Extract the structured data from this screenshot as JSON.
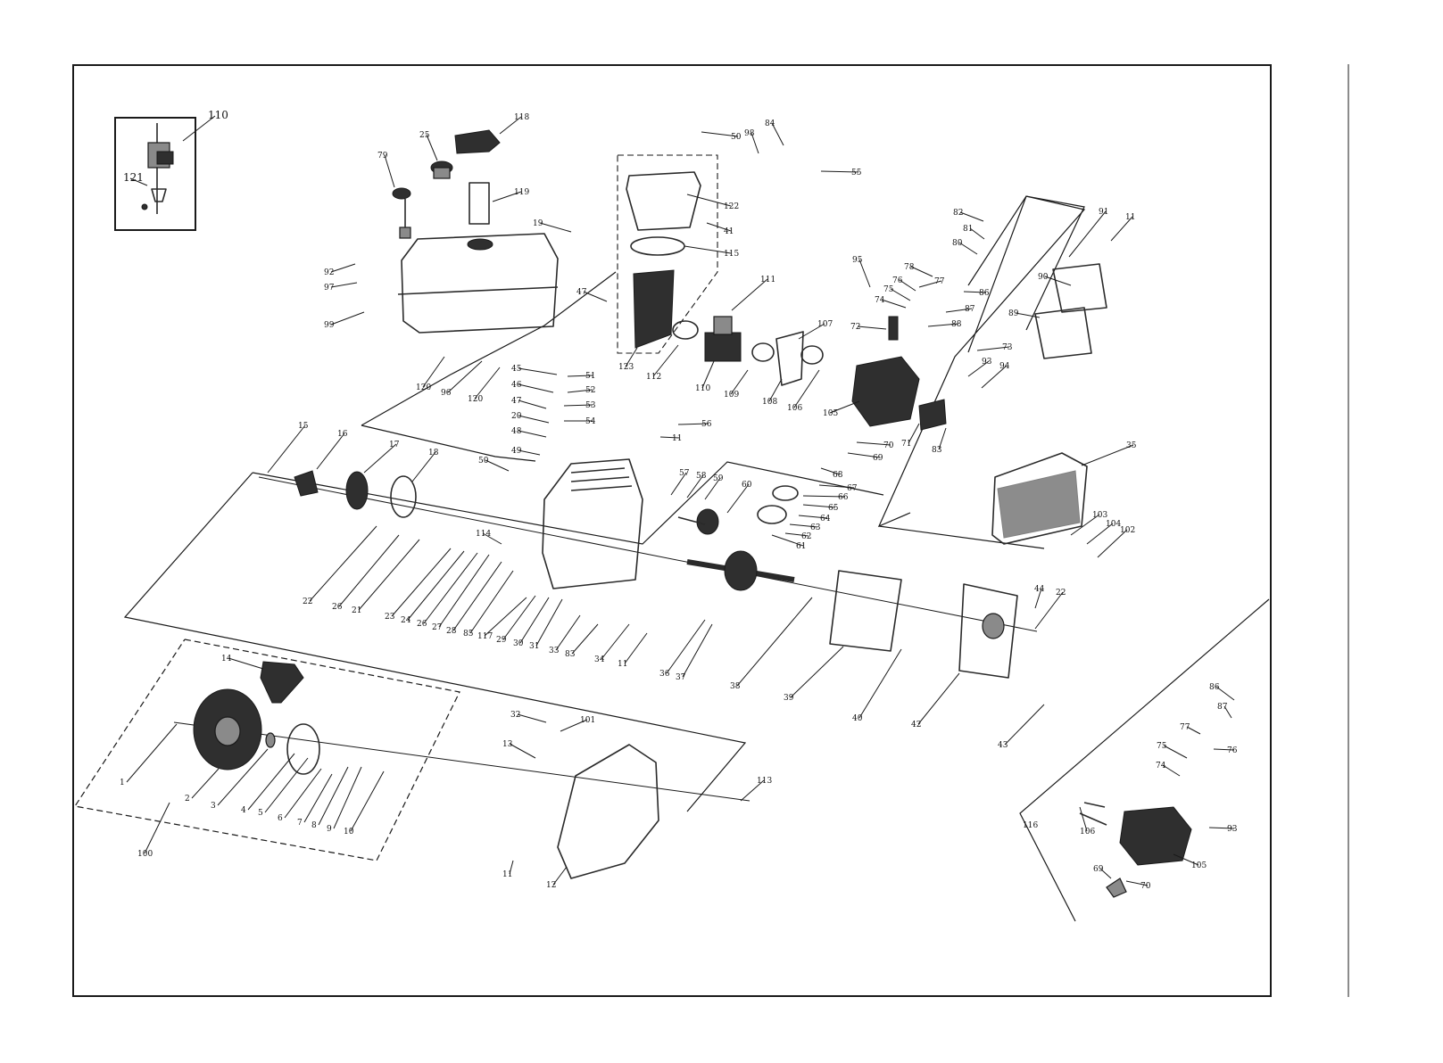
{
  "labels": [
    {
      "id": "p110a",
      "text": "110"
    },
    {
      "id": "p121",
      "text": "121"
    },
    {
      "id": "p118",
      "text": "118"
    },
    {
      "id": "p25",
      "text": "25"
    },
    {
      "id": "p79",
      "text": "79"
    },
    {
      "id": "p119",
      "text": "119"
    },
    {
      "id": "p50a",
      "text": "50"
    },
    {
      "id": "p98",
      "text": "98"
    },
    {
      "id": "p84",
      "text": "84"
    },
    {
      "id": "p55",
      "text": "55"
    },
    {
      "id": "p122",
      "text": "122"
    },
    {
      "id": "p41",
      "text": "41"
    },
    {
      "id": "p115",
      "text": "115"
    },
    {
      "id": "p19",
      "text": "19"
    },
    {
      "id": "p82",
      "text": "82"
    },
    {
      "id": "p91",
      "text": "91"
    },
    {
      "id": "p11a",
      "text": "11"
    },
    {
      "id": "p81",
      "text": "81"
    },
    {
      "id": "p80",
      "text": "80"
    },
    {
      "id": "p78",
      "text": "78"
    },
    {
      "id": "p77a",
      "text": "77"
    },
    {
      "id": "p76a",
      "text": "76"
    },
    {
      "id": "p75a",
      "text": "75"
    },
    {
      "id": "p74a",
      "text": "74"
    },
    {
      "id": "p86a",
      "text": "86"
    },
    {
      "id": "p87a",
      "text": "87"
    },
    {
      "id": "p88",
      "text": "88"
    },
    {
      "id": "p90",
      "text": "90"
    },
    {
      "id": "p89",
      "text": "89"
    },
    {
      "id": "p95",
      "text": "95"
    },
    {
      "id": "p92",
      "text": "92"
    },
    {
      "id": "p97",
      "text": "97"
    },
    {
      "id": "p99",
      "text": "99"
    },
    {
      "id": "p47a",
      "text": "47"
    },
    {
      "id": "p111",
      "text": "111"
    },
    {
      "id": "p107",
      "text": "107"
    },
    {
      "id": "p72",
      "text": "72"
    },
    {
      "id": "p73",
      "text": "73"
    },
    {
      "id": "p93a",
      "text": "93"
    },
    {
      "id": "p94",
      "text": "94"
    },
    {
      "id": "p123",
      "text": "123"
    },
    {
      "id": "p112",
      "text": "112"
    },
    {
      "id": "p110b",
      "text": "110"
    },
    {
      "id": "p109",
      "text": "109"
    },
    {
      "id": "p108",
      "text": "108"
    },
    {
      "id": "p106a",
      "text": "106"
    },
    {
      "id": "p105a",
      "text": "105"
    },
    {
      "id": "p120a",
      "text": "120"
    },
    {
      "id": "p96",
      "text": "96"
    },
    {
      "id": "p120b",
      "text": "120"
    },
    {
      "id": "p45",
      "text": "45"
    },
    {
      "id": "p51",
      "text": "51"
    },
    {
      "id": "p46",
      "text": "46"
    },
    {
      "id": "p52",
      "text": "52"
    },
    {
      "id": "p47b",
      "text": "47"
    },
    {
      "id": "p53",
      "text": "53"
    },
    {
      "id": "p20",
      "text": "20"
    },
    {
      "id": "p54",
      "text": "54"
    },
    {
      "id": "p48",
      "text": "48"
    },
    {
      "id": "p56",
      "text": "56"
    },
    {
      "id": "p11b",
      "text": "11"
    },
    {
      "id": "p49",
      "text": "49"
    },
    {
      "id": "p50b",
      "text": "50"
    },
    {
      "id": "p70a",
      "text": "70"
    },
    {
      "id": "p71",
      "text": "71"
    },
    {
      "id": "p83a",
      "text": "83"
    },
    {
      "id": "p69a",
      "text": "69"
    },
    {
      "id": "p68",
      "text": "68"
    },
    {
      "id": "p67",
      "text": "67"
    },
    {
      "id": "p35",
      "text": "35"
    },
    {
      "id": "p66",
      "text": "66"
    },
    {
      "id": "p65",
      "text": "65"
    },
    {
      "id": "p64",
      "text": "64"
    },
    {
      "id": "p63",
      "text": "63"
    },
    {
      "id": "p62",
      "text": "62"
    },
    {
      "id": "p61",
      "text": "61"
    },
    {
      "id": "p15",
      "text": "15"
    },
    {
      "id": "p16",
      "text": "16"
    },
    {
      "id": "p17",
      "text": "17"
    },
    {
      "id": "p18",
      "text": "18"
    },
    {
      "id": "p57",
      "text": "57"
    },
    {
      "id": "p58",
      "text": "58"
    },
    {
      "id": "p59",
      "text": "59"
    },
    {
      "id": "p60",
      "text": "60"
    },
    {
      "id": "p103",
      "text": "103"
    },
    {
      "id": "p104",
      "text": "104"
    },
    {
      "id": "p102",
      "text": "102"
    },
    {
      "id": "p114",
      "text": "114"
    },
    {
      "id": "p22a",
      "text": "22"
    },
    {
      "id": "p26a",
      "text": "26"
    },
    {
      "id": "p21",
      "text": "21"
    },
    {
      "id": "p23",
      "text": "23"
    },
    {
      "id": "p24",
      "text": "24"
    },
    {
      "id": "p26b",
      "text": "26"
    },
    {
      "id": "p27",
      "text": "27"
    },
    {
      "id": "p28",
      "text": "28"
    },
    {
      "id": "p85",
      "text": "85"
    },
    {
      "id": "p117",
      "text": "117"
    },
    {
      "id": "p29",
      "text": "29"
    },
    {
      "id": "p30",
      "text": "30"
    },
    {
      "id": "p31",
      "text": "31"
    },
    {
      "id": "p33",
      "text": "33"
    },
    {
      "id": "p83b",
      "text": "83"
    },
    {
      "id": "p34",
      "text": "34"
    },
    {
      "id": "p11c",
      "text": "11"
    },
    {
      "id": "p36",
      "text": "36"
    },
    {
      "id": "p37",
      "text": "37"
    },
    {
      "id": "p38",
      "text": "38"
    },
    {
      "id": "p39",
      "text": "39"
    },
    {
      "id": "p40",
      "text": "40"
    },
    {
      "id": "p42",
      "text": "42"
    },
    {
      "id": "p43",
      "text": "43"
    },
    {
      "id": "p44",
      "text": "44"
    },
    {
      "id": "p22b",
      "text": "22"
    },
    {
      "id": "p14",
      "text": "14"
    },
    {
      "id": "p1",
      "text": "1"
    },
    {
      "id": "p2",
      "text": "2"
    },
    {
      "id": "p3",
      "text": "3"
    },
    {
      "id": "p4",
      "text": "4"
    },
    {
      "id": "p5",
      "text": "5"
    },
    {
      "id": "p6",
      "text": "6"
    },
    {
      "id": "p7",
      "text": "7"
    },
    {
      "id": "p8",
      "text": "8"
    },
    {
      "id": "p9",
      "text": "9"
    },
    {
      "id": "p10",
      "text": "10"
    },
    {
      "id": "p100",
      "text": "100"
    },
    {
      "id": "p32",
      "text": "32"
    },
    {
      "id": "p101",
      "text": "101"
    },
    {
      "id": "p13",
      "text": "13"
    },
    {
      "id": "p113",
      "text": "113"
    },
    {
      "id": "p11d",
      "text": "11"
    },
    {
      "id": "p12",
      "text": "12"
    },
    {
      "id": "p86b",
      "text": "86"
    },
    {
      "id": "p87b",
      "text": "87"
    },
    {
      "id": "p77b",
      "text": "77"
    },
    {
      "id": "p76b",
      "text": "76"
    },
    {
      "id": "p75b",
      "text": "75"
    },
    {
      "id": "p74b",
      "text": "74"
    },
    {
      "id": "p116",
      "text": "116"
    },
    {
      "id": "p106b",
      "text": "106"
    },
    {
      "id": "p93b",
      "text": "93"
    },
    {
      "id": "p105b",
      "text": "105"
    },
    {
      "id": "p69b",
      "text": "69"
    },
    {
      "id": "p70b",
      "text": "70"
    }
  ]
}
